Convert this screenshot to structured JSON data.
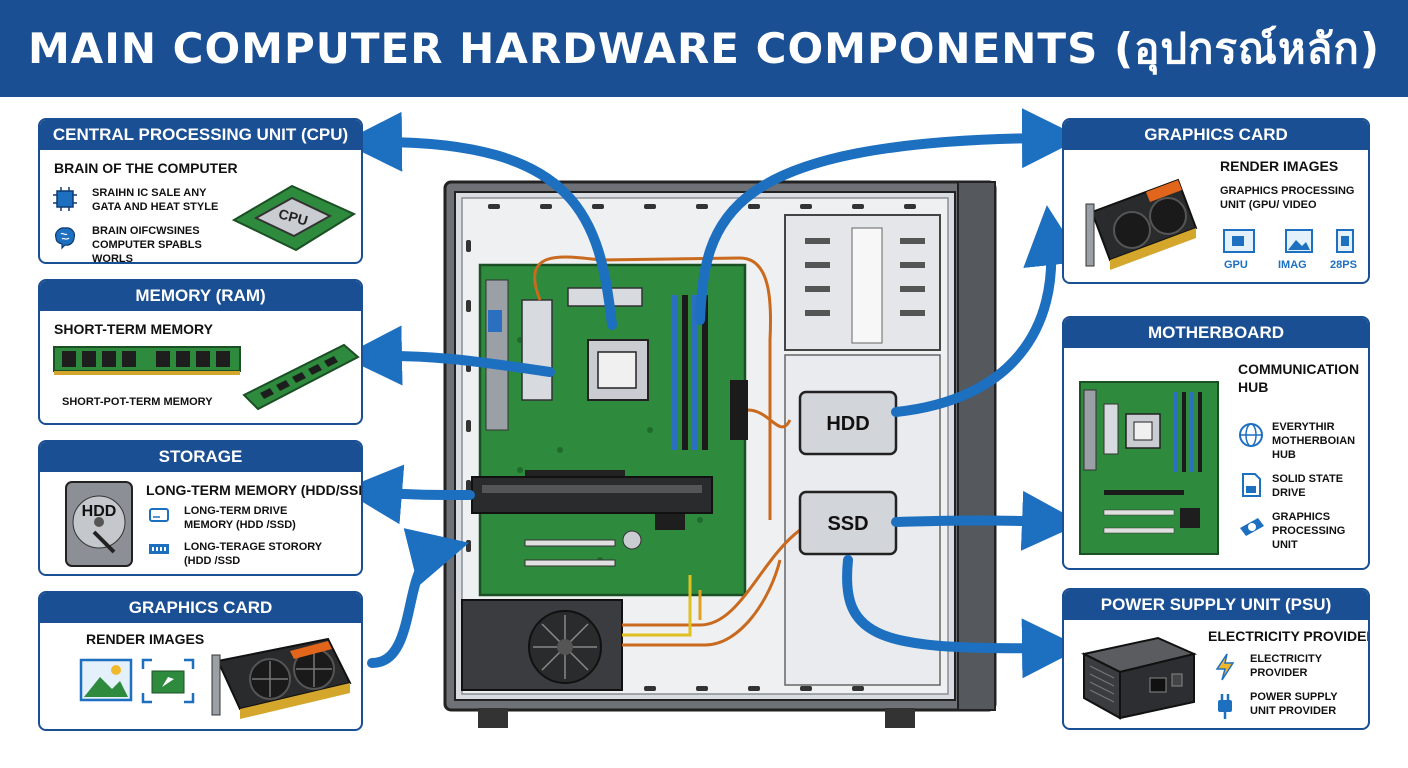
{
  "title": "MAIN COMPUTER HARDWARE COMPONENTS (อุปกรณ์หลัก)",
  "colors": {
    "brand": "#1a4f94",
    "board": "#2e8b3e",
    "arrow": "#1d6fc0",
    "case": "#6e7175"
  },
  "cards": {
    "cpu": {
      "header": "CENTRAL PROCESSING UNIT (CPU)",
      "subtitle": "BRAIN OF THE COMPUTER",
      "line1": "SRAIHN IC SALE ANY GATA AND HEAT STYLE",
      "line2": "BRAIN OIFCWSINES COMPUTER SPABLS WORLS",
      "chip_label": "CPU"
    },
    "ram": {
      "header": "MEMORY (RAM)",
      "subtitle": "SHORT-TERM MEMORY",
      "caption": "SHORT-POT-TERM MEMORY"
    },
    "storage": {
      "header": "STORAGE",
      "hdd_label": "HDD",
      "subtitle": "LONG-TERM MEMORY (HDD/SSD)",
      "line1": "LONG-TERM DRIVE MEMORY (HDD /SSD)",
      "line2": "LONG-TERAGE STORORY (HDD /SSD"
    },
    "gpu_left": {
      "header": "GRAPHICS CARD",
      "subtitle": "RENDER IMAGES"
    },
    "gpu_right": {
      "header": "GRAPHICS CARD",
      "subtitle": "RENDER IMAGES",
      "line1": "GRAPHICS PROCESSING UNIT (GPU/ VIDEO",
      "icon1": "GPU",
      "icon2": "IMAG",
      "icon3": "28PS"
    },
    "motherboard": {
      "header": "MOTHERBOARD",
      "subtitle": "COMMUNICATION HUB",
      "item1": "EVERYTHIR MOTHERBOIAN HUB",
      "item2": "SOLID STATE DRIVE",
      "item3": "GRAPHICS PROCESSING UNIT"
    },
    "psu": {
      "header": "POWER SUPPLY UNIT (PSU)",
      "subtitle": "ELECTRICITY PROVIDER",
      "item1": "ELECTRICITY PROVIDER",
      "item2": "POWER SUPPLY UNIT PROVIDER"
    }
  },
  "case_labels": {
    "hdd": "HDD",
    "ssd": "SSD"
  },
  "icons": [
    "chip-icon",
    "brain-icon",
    "drive-icon",
    "memory-chip-icon",
    "image-icon",
    "globe-icon",
    "sd-card-icon",
    "gpu-icon",
    "lightning-icon",
    "plug-icon"
  ]
}
